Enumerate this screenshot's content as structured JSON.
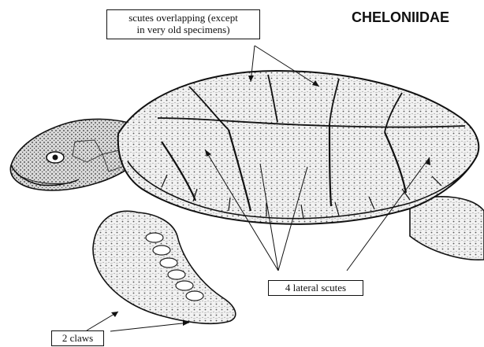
{
  "figure": {
    "title": "CHELONIIDAE",
    "labels": {
      "scutes_line1": "scutes overlapping (except",
      "scutes_line2": "in very old specimens)",
      "lateral": "4 lateral scutes",
      "claws": "2 claws"
    }
  }
}
